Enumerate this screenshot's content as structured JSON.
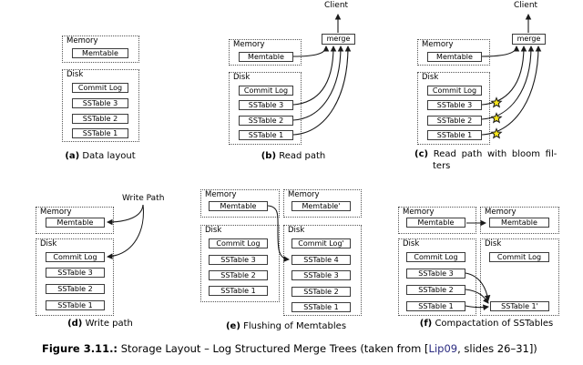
{
  "figure": {
    "label": "Figure 3.11.:",
    "title": " Storage Layout – Log Structured Merge Trees (taken from [",
    "citation": "Lip09",
    "suffix": ", slides 26–31])"
  },
  "colors": {
    "line": "#1a1a1a",
    "star_fill": "#f8e71c",
    "star_stroke": "#1a1a1a",
    "citation": "#2b2b80"
  },
  "labels": {
    "memory": "Memory",
    "disk": "Disk",
    "memtable": "Memtable",
    "memtable_prime": "Memtable'",
    "commit_log": "Commit Log",
    "commit_log_prime": "Commit Log'",
    "sstable_1": "SSTable 1",
    "sstable_2": "SSTable 2",
    "sstable_3": "SSTable 3",
    "sstable_4": "SSTable 4",
    "sstable_1_prime": "SSTable 1'",
    "client": "Client",
    "merge": "merge",
    "write_path": "Write Path"
  },
  "diagrams": {
    "a": {
      "caption_label": "(a)",
      "caption_text": "Data layout"
    },
    "b": {
      "caption_label": "(b)",
      "caption_text": "Read path"
    },
    "c": {
      "caption_label": "(c)",
      "caption_text": "Read path with bloom fil-",
      "caption_text_line2": "ters"
    },
    "d": {
      "caption_label": "(d)",
      "caption_text": "Write path"
    },
    "e": {
      "caption_label": "(e)",
      "caption_text": "Flushing of Memtables"
    },
    "f": {
      "caption_label": "(f)",
      "caption_text": "Compactation of SSTables"
    }
  }
}
